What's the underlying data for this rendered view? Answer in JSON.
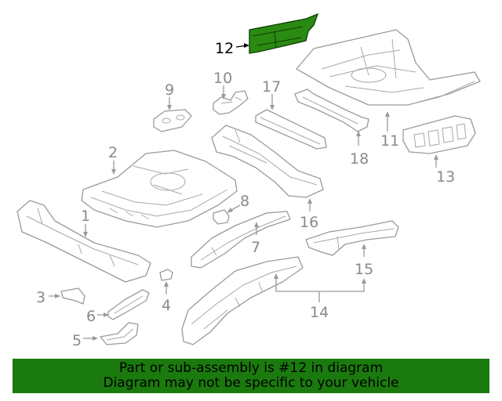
{
  "diagram": {
    "highlight_color": "#2a8a12",
    "labels": {
      "p1": "1",
      "p2": "2",
      "p3": "3",
      "p4": "4",
      "p5": "5",
      "p6": "6",
      "p7": "7",
      "p8": "8",
      "p9": "9",
      "p10": "10",
      "p11": "11",
      "p12": "12",
      "p13": "13",
      "p14": "14",
      "p15": "15",
      "p16": "16",
      "p17": "17",
      "p18": "18"
    }
  },
  "footer": {
    "line1": "Part or sub-assembly is #12 in diagram",
    "line2": "Diagram may not be specific to your vehicle",
    "background": "#1b7a0e"
  }
}
